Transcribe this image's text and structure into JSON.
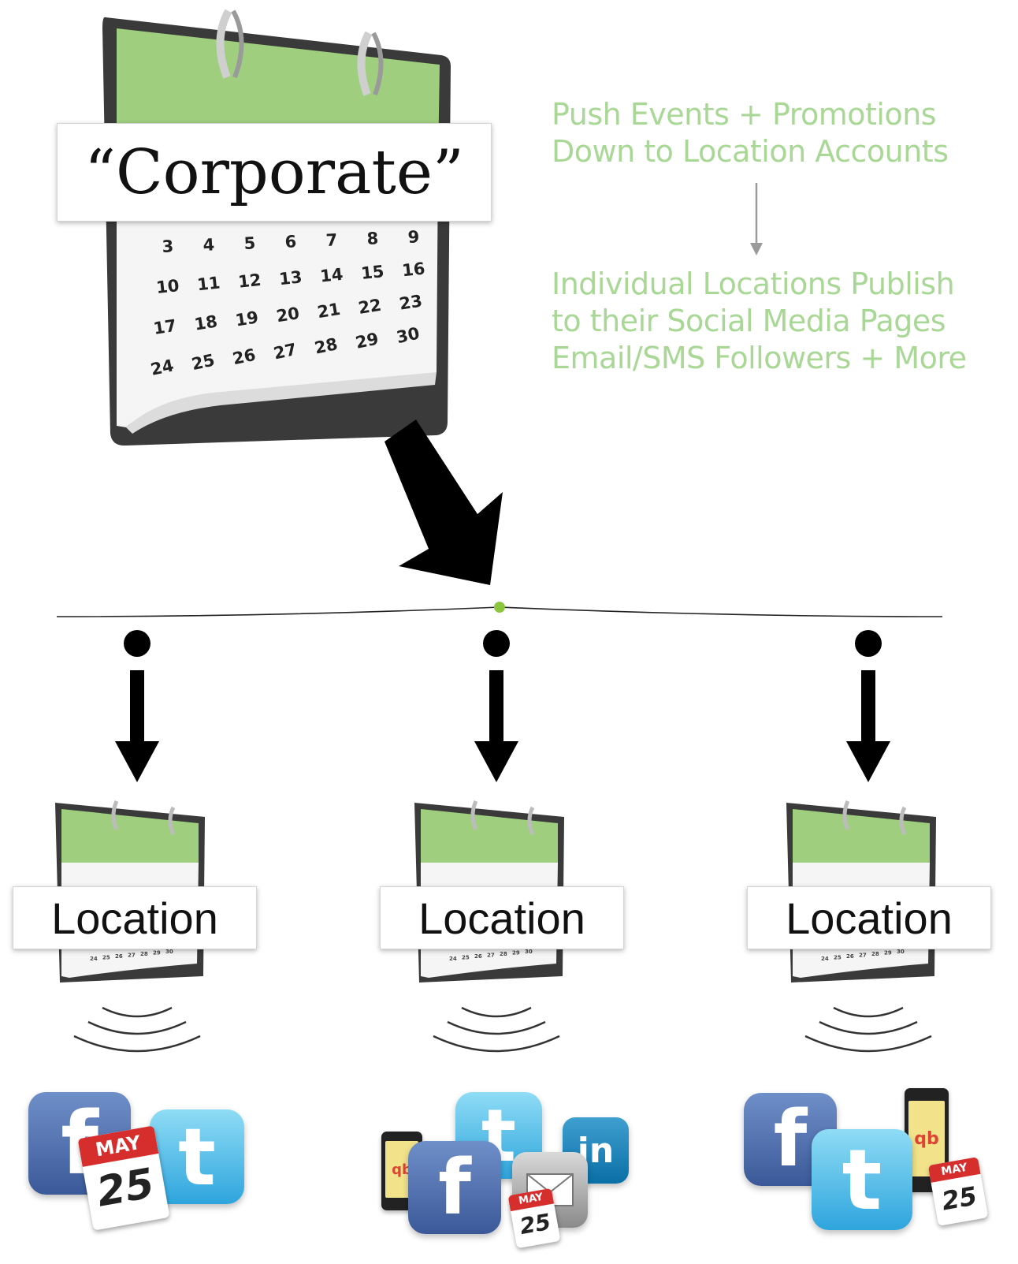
{
  "corporate": {
    "label": "“Corporate”",
    "calendar_numbers": [
      [
        "3",
        "4",
        "5",
        "6",
        "7",
        "8",
        "9"
      ],
      [
        "10",
        "11",
        "12",
        "13",
        "14",
        "15",
        "16"
      ],
      [
        "17",
        "18",
        "19",
        "20",
        "21",
        "22",
        "23"
      ],
      [
        "24",
        "25",
        "26",
        "27",
        "28",
        "29",
        "30"
      ]
    ]
  },
  "description": {
    "top_line1": "Push Events + Promotions",
    "top_line2": "Down to Location Accounts",
    "bottom_line1": "Individual Locations Publish",
    "bottom_line2": "to their Social Media Pages",
    "bottom_line3": "Email/SMS Followers + More",
    "text_color": "#a9d896"
  },
  "locations": [
    {
      "label": "Location",
      "icons": [
        "facebook-icon",
        "calendar-date-icon",
        "twitter-icon"
      ]
    },
    {
      "label": "Location",
      "icons": [
        "phone-app-icon",
        "facebook-icon",
        "twitter-icon",
        "mail-icon",
        "linkedin-icon",
        "calendar-date-icon"
      ]
    },
    {
      "label": "Location",
      "icons": [
        "facebook-icon",
        "twitter-icon",
        "phone-app-icon",
        "calendar-date-icon"
      ]
    }
  ],
  "icon_text": {
    "facebook": "f",
    "twitter": "t",
    "linkedin": "in",
    "date_month": "MAY",
    "date_day": "25",
    "app": "qb"
  },
  "colors": {
    "calendar_green": "#9fce7f",
    "calendar_frame": "#3a3a3a",
    "connector_dot": "#8cc63f"
  }
}
